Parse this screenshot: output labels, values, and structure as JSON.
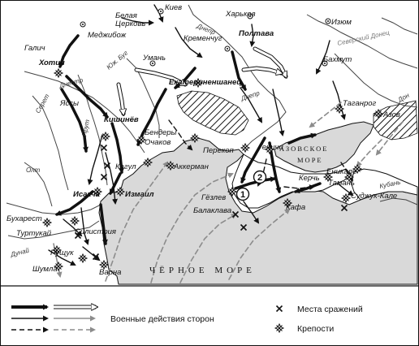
{
  "places": {
    "kiev": "Киев",
    "belaya_tserkov_1": "Белая",
    "belaya_tserkov_2": "Церковь",
    "medzhibozh": "Меджибож",
    "kharkov": "Харьков",
    "kremenchug": "Кременчуг",
    "poltava": "Полтава",
    "izyum": "Изюм",
    "galich": "Галич",
    "khotin": "Хотин",
    "uman": "Умань",
    "bakhmut": "Бахмут",
    "ekaterinenshanets": "Екатериненшанец",
    "taganrog": "Таганрог",
    "azov": "Азов",
    "yassy": "Яссы",
    "kishinev": "Кишинёв",
    "bendery": "Бендеры",
    "ochakov": "Очаков",
    "perekop": "Перекоп",
    "genichi": "Геничи",
    "kagul": "Кагул",
    "akkerman": "Аккерман",
    "kerch": "Керчь",
    "enikale": "Еникале",
    "taman": "Тамань",
    "isakcha": "Исакча",
    "izmail": "Измаил",
    "gezlev": "Гёзлев",
    "balaklava": "Балаклава",
    "kafa": "Кафа",
    "sudzhuk_kale": "Суджук-Кале",
    "bukharest": "Бухарест",
    "turtukay": "Туртукай",
    "silistriya": "Силистрия",
    "rushchuk": "Рущук",
    "shumla": "Шумла",
    "varna": "Варна",
    "olt": "Олт"
  },
  "rivers": {
    "dnepr_north": "Днепр",
    "dnepr_south": "Днепр",
    "severskiy_donets": "Северский Донец",
    "dnestr": "Днестр",
    "yuzh_bug_1": "Юж. Буг",
    "prut": "Прут",
    "seret": "Серет",
    "don": "Дон",
    "kuban": "Кубань",
    "dunay": "Дунай"
  },
  "seas": {
    "black_sea": "ЧЁРНОЕ МОРЕ",
    "azov_line1": "АЗОВСКОЕ",
    "azov_line2": "МОРЕ"
  },
  "markers": {
    "marker_1": "1",
    "marker_2": "2"
  },
  "legend": {
    "actions_label": "Военные действия сторон",
    "battles_label": "Места сражений",
    "fortresses_label": "Крепости"
  },
  "colors": {
    "land": "#ffffff",
    "sea": "#d9d9d9",
    "ink": "#111111",
    "dashed_gray": "#8c8c8c"
  }
}
